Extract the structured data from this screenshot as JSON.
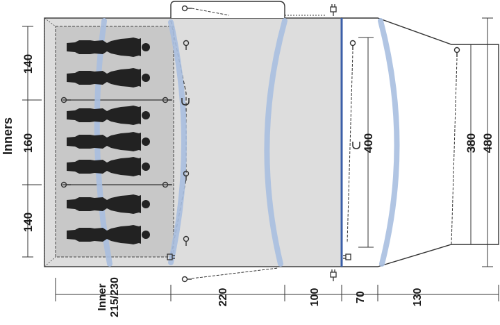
{
  "diagram": {
    "left_dimensions": {
      "top": "140",
      "middle": "160",
      "bottom": "140",
      "side_label": "Inners"
    },
    "bottom_dimensions": {
      "inner_line1": "Inner",
      "inner_line2": "215/230",
      "living": "220",
      "porch": "100",
      "canopy_1": "70",
      "canopy_2": "130"
    },
    "right_dimensions": {
      "inner_height": "400",
      "front_height": "380",
      "total_height": "480"
    },
    "colors": {
      "frame": "#333333",
      "inner_tent": "#c8c8c8",
      "living_area": "#dddddd",
      "poles": "#a9bfe0",
      "person": "#222222",
      "accent_blue": "#3b5fa8"
    }
  }
}
